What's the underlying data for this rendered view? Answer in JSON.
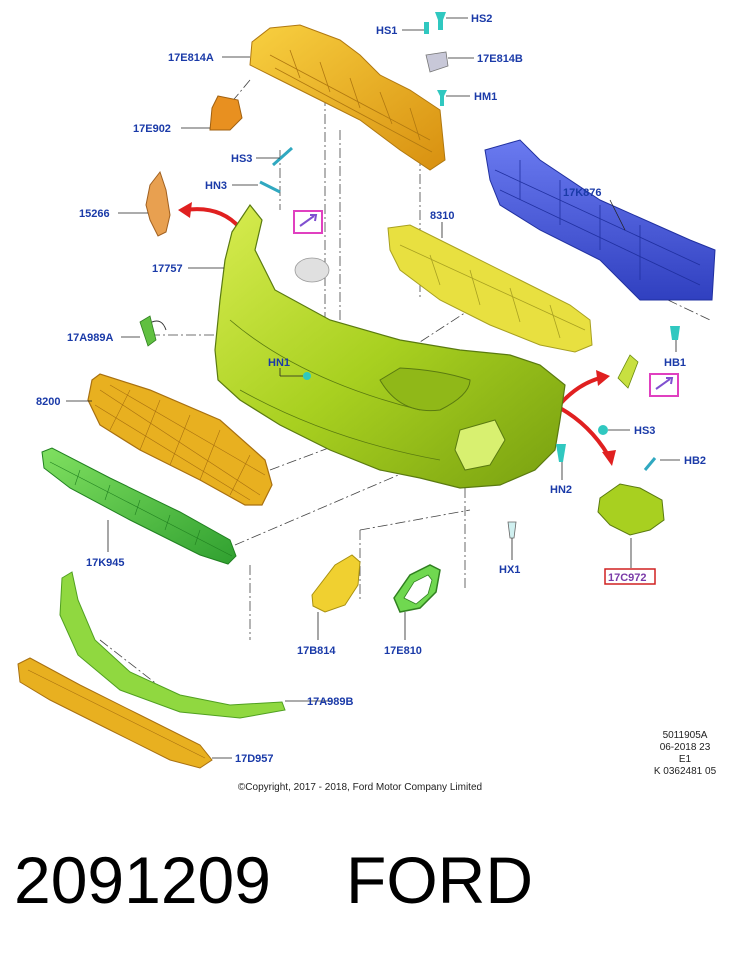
{
  "labels": {
    "hs1": "HS1",
    "hs2": "HS2",
    "p17e814a": "17E814A",
    "p17e814b": "17E814B",
    "hm1": "HM1",
    "p17e902": "17E902",
    "hs3a": "HS3",
    "hn3": "HN3",
    "p15266": "15266",
    "p17k876": "17K876",
    "p8310": "8310",
    "p17757": "17757",
    "p17a989a": "17A989A",
    "hn1": "HN1",
    "hb1": "HB1",
    "p8200": "8200",
    "hs3b": "HS3",
    "hb2": "HB2",
    "hn2": "HN2",
    "p17k945": "17K945",
    "hx1": "HX1",
    "p17c972": "17C972",
    "p17b814": "17B814",
    "p17e810": "17E810",
    "p17a989b": "17A989B",
    "p17d957": "17D957"
  },
  "doc_meta": {
    "line1": "5011905A",
    "line2": "06-2018 23",
    "line3": "E1",
    "line4": "K 0362481 05"
  },
  "copyright": "©Copyright, 2017 - 2018, Ford Motor Company Limited",
  "footer": {
    "part_number": "2091209",
    "brand": "FORD"
  },
  "colors": {
    "label_text": "#1a3aa8",
    "boxed_label_text": "#7a3aa8",
    "highlight_box": "#e040c0",
    "red_box": "#d02020",
    "red_arrow": "#e02020",
    "bumper": "#a8d020",
    "absorber": "#e8e040",
    "reinforcement": "#4a5ae0",
    "grille": "#e8b020",
    "lower_grille": "#50c040",
    "upper_bracket": "#f0b020",
    "clip": "#30c8c0"
  }
}
